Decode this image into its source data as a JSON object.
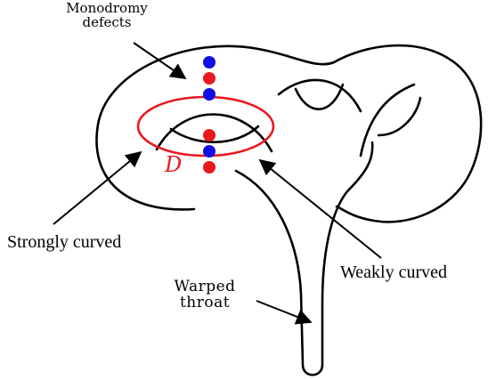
{
  "labels": {
    "monodromy_line1": "Monodromy",
    "monodromy_line2": "defects",
    "disk": "D",
    "strongly_curved": "Strongly curved",
    "weakly_curved": "Weakly curved",
    "warped_line1": "Warped",
    "warped_line2": "throat"
  },
  "colors": {
    "outline": "#000000",
    "disk_ring": "#e8191f",
    "defect_blue": "#1010e0",
    "defect_red": "#e8191f"
  },
  "defects": [
    {
      "color": "blue"
    },
    {
      "color": "red"
    },
    {
      "color": "blue"
    },
    {
      "color": "red"
    },
    {
      "color": "blue"
    },
    {
      "color": "red"
    }
  ]
}
